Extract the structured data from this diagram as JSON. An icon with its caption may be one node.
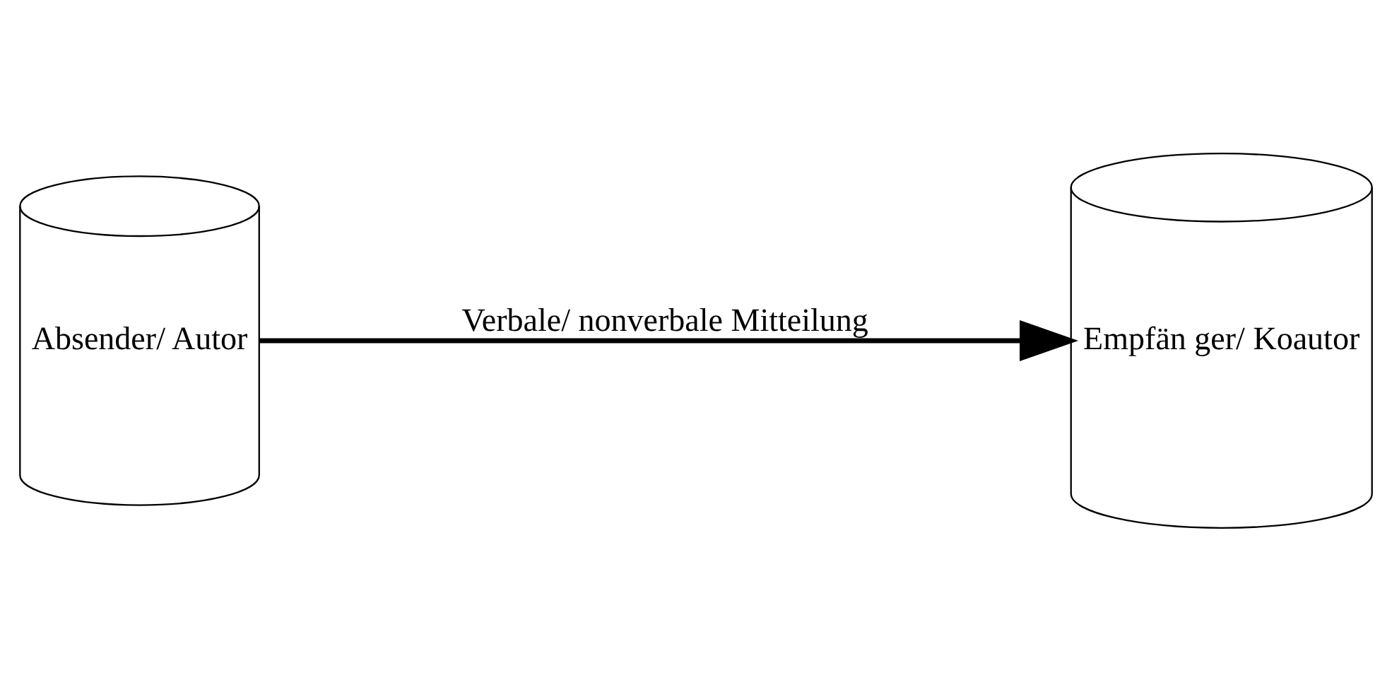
{
  "diagram": {
    "nodes": [
      {
        "text": [
          "Absender/ Autor"
        ]
      },
      {
        "text": [
          "Empfän ger/ Koautor"
        ]
      }
    ],
    "edges": [
      {
        "from": 0,
        "to": 1,
        "arrow": "to",
        "label": "Verbale/ nonverbale Mitteilung"
      }
    ]
  }
}
